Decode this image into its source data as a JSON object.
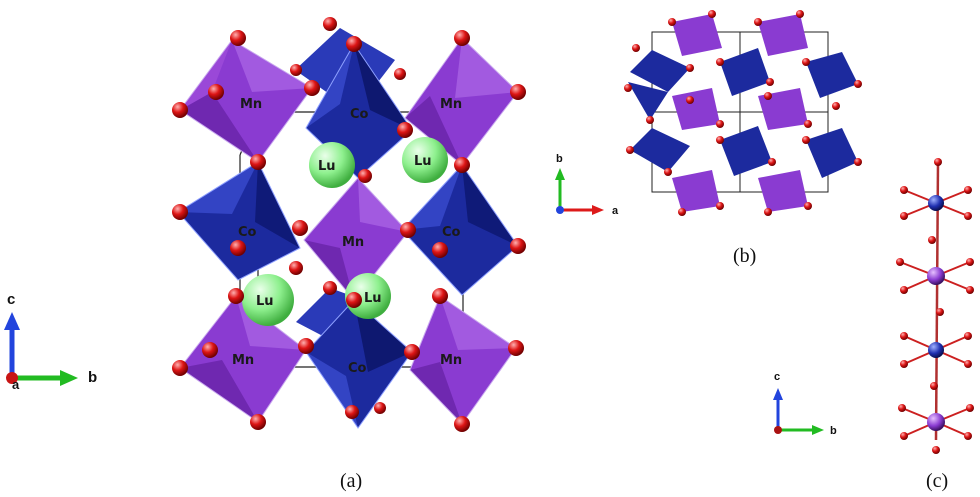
{
  "colors": {
    "co_octahedron": "#1c2a9e",
    "mn_octahedron": "#8a3bd1",
    "lu_atom": "#8ef08e",
    "oxygen": "#cc1010",
    "axis_a": "#dd1a1a",
    "axis_b": "#22bb22",
    "axis_c": "#2244dd"
  },
  "icons": {
    "axis_triad": "xyz-axis-icon",
    "oxygen": "red-sphere-icon"
  },
  "panels": {
    "a": {
      "label": "(a)",
      "atom_labels": [
        "Mn",
        "Co",
        "Mn",
        "Lu",
        "Lu",
        "Co",
        "Mn",
        "Co",
        "Lu",
        "Lu",
        "Mn",
        "Co",
        "Mn"
      ],
      "axes": {
        "up": "c",
        "right": "b",
        "out": "a"
      }
    },
    "b": {
      "label": "(b)",
      "axes": {
        "up": "b",
        "right": "a"
      }
    },
    "c": {
      "label": "(c)",
      "axes": {
        "up": "c",
        "right": "b"
      }
    }
  }
}
